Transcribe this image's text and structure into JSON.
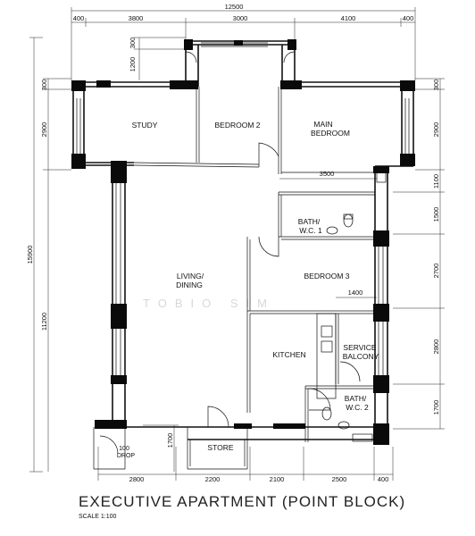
{
  "title": "EXECUTIVE APARTMENT (POINT BLOCK)",
  "scale": "SCALE  1:100",
  "watermark": "TOBIO SIM",
  "rooms": {
    "study": "STUDY",
    "bedroom2": "BEDROOM 2",
    "main_bedroom_l1": "MAIN",
    "main_bedroom_l2": "BEDROOM",
    "bath1_l1": "BATH/",
    "bath1_l2": "W.C. 1",
    "bedroom3": "BEDROOM 3",
    "living_l1": "LIVING/",
    "living_l2": "DINING",
    "kitchen": "KITCHEN",
    "service_l1": "SERVICE",
    "service_l2": "BALCONY",
    "bath2_l1": "BATH/",
    "bath2_l2": "W.C. 2",
    "store": "STORE",
    "drop_l1": "100",
    "drop_l2": "DROP"
  },
  "dims": {
    "overall_width": "12500",
    "top_1": "400",
    "top_2": "3800",
    "top_3": "3000",
    "top_4": "4100",
    "top_5": "400",
    "bottom_1": "2800",
    "bottom_2": "2200",
    "bottom_3": "2100",
    "bottom_4": "2500",
    "bottom_5": "400",
    "left_overall": "15900",
    "left_lower": "11200",
    "left_300": "300",
    "left_2900": "2900",
    "left_1700": "1700",
    "bay_300": "300",
    "bay_1200": "1200",
    "right_300": "300",
    "right_2900": "2900",
    "right_1100": "1100",
    "right_1500": "1500",
    "right_2700": "2700",
    "right_2800": "2800",
    "right_1700": "1700",
    "inner_3500": "3500",
    "inner_1400": "1400"
  }
}
